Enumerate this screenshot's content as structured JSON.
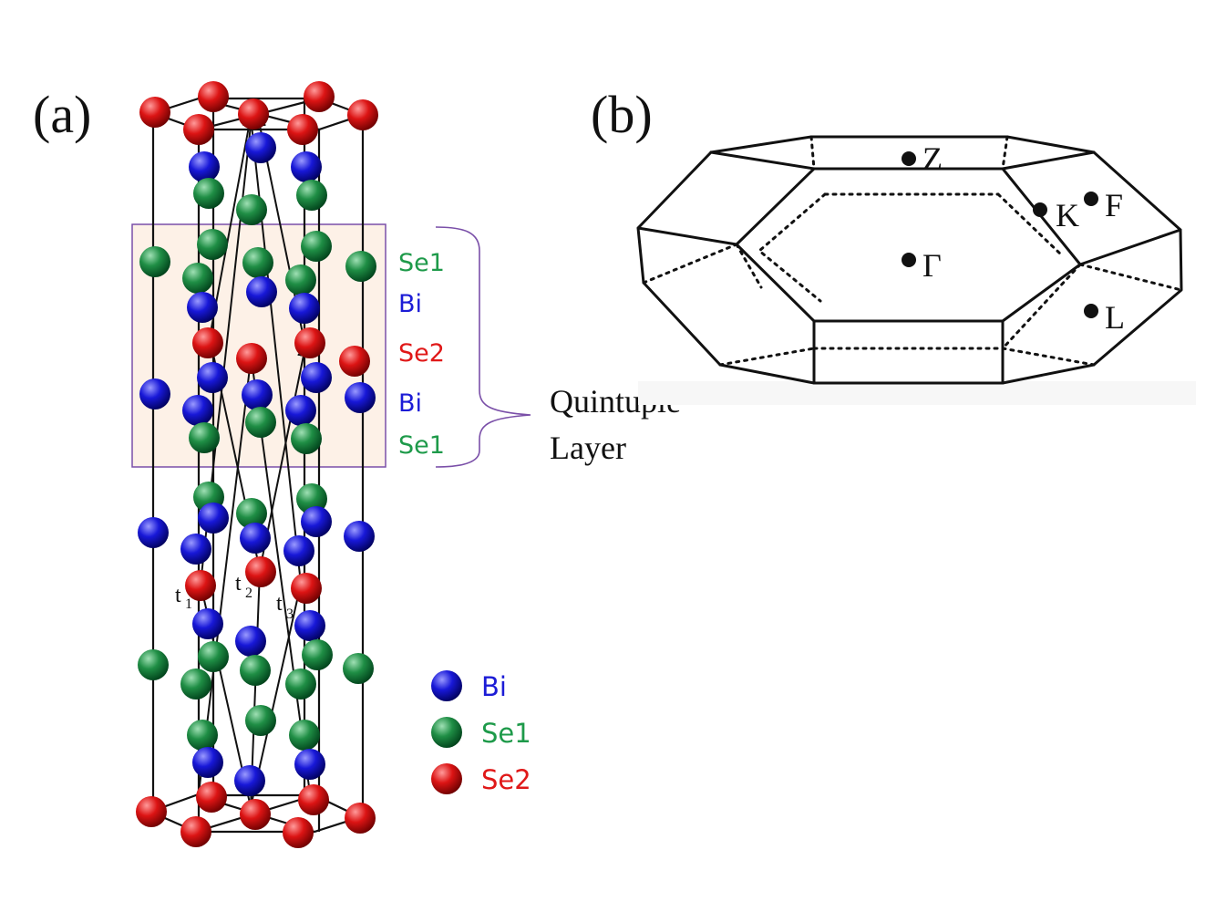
{
  "panel_a": {
    "label": "(a)",
    "layers": [
      {
        "text": "Se1",
        "color": "#1e9a4a"
      },
      {
        "text": "Bi",
        "color": "#1c1cd6"
      },
      {
        "text": "Se2",
        "color": "#e01818"
      },
      {
        "text": "Bi",
        "color": "#1c1cd6"
      },
      {
        "text": "Se1",
        "color": "#1e9a4a"
      }
    ],
    "quintuple_line1": "Quintuple",
    "quintuple_line2": "Layer",
    "vectors": [
      {
        "main": "t",
        "sub": "1"
      },
      {
        "main": "t",
        "sub": "2"
      },
      {
        "main": "t",
        "sub": "3"
      }
    ],
    "legend": [
      {
        "text": "Bi",
        "color": "#1c1cd6"
      },
      {
        "text": "Se1",
        "color": "#1e9a4a"
      },
      {
        "text": "Se2",
        "color": "#e01818"
      }
    ],
    "box_fill": "#fdf1e7",
    "box_stroke": "#7a4fa8"
  },
  "panel_b": {
    "label": "(b)",
    "points": [
      "Z",
      "K",
      "F",
      "Γ",
      "L"
    ]
  }
}
